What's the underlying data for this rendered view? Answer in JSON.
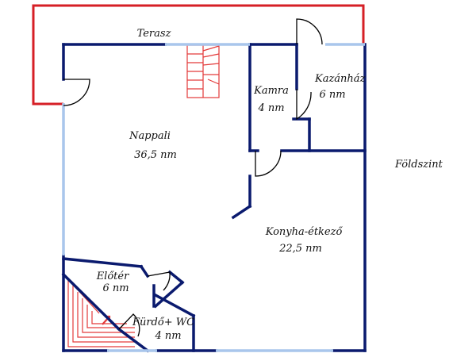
{
  "colors": {
    "wall": "#0a1a6e",
    "window": "#a9c6ec",
    "terrace": "#d61f26",
    "stairs": "#e33a3a",
    "door": "#000000"
  },
  "floor_label": "Földszint",
  "terrace": {
    "label": "Terasz"
  },
  "rooms": {
    "nappali": {
      "name": "Nappali",
      "area": "36,5 nm"
    },
    "kamra": {
      "name": "Kamra",
      "area": "4 nm"
    },
    "kazanhaz": {
      "name": "Kazánház",
      "area": "6 nm"
    },
    "konyha": {
      "name": "Konyha-étkező",
      "area": "22,5 nm"
    },
    "eloter": {
      "name": "Előtér",
      "area": "6 nm"
    },
    "furdo": {
      "name": "Fürdő+ WC",
      "area": "4 nm"
    }
  }
}
